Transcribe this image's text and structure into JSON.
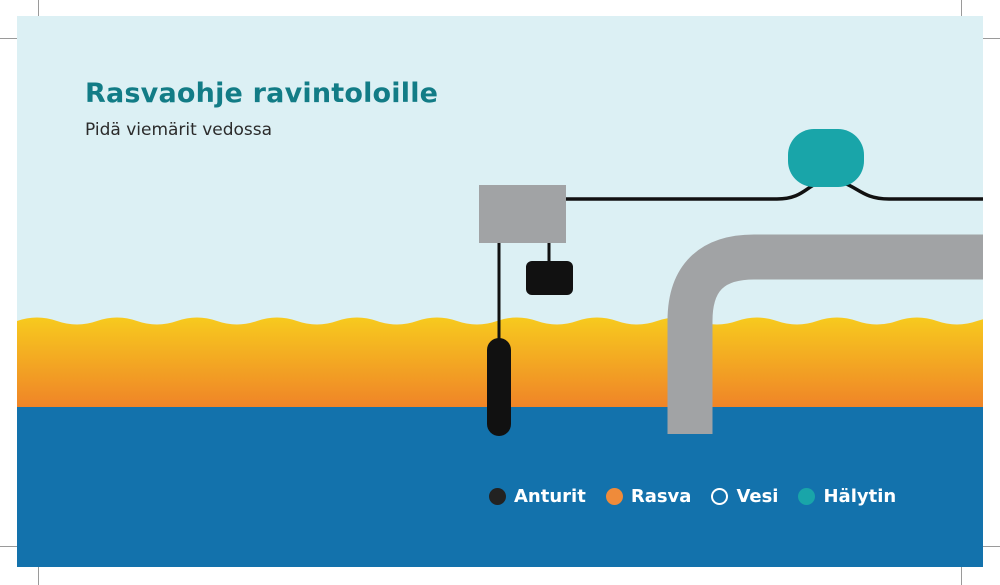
{
  "header": {
    "title": "Rasvaohje ravintoloille",
    "subtitle": "Pidä viemärit vedossa"
  },
  "legend": [
    {
      "label": "Anturit",
      "color": "#222222",
      "icon": "sensor-dot"
    },
    {
      "label": "Rasva",
      "color": "#ef8b3a",
      "icon": "grease-dot"
    },
    {
      "label": "Vesi",
      "color": "#ffffff",
      "icon": "water-dot"
    },
    {
      "label": "Hälytin",
      "color": "#19a5a9",
      "icon": "alarm-dot"
    }
  ],
  "colors": {
    "sky": "#dcf0f4",
    "title": "#127c86",
    "grease_top": "#f7ca1e",
    "grease_bottom": "#ef8128",
    "water": "#1372ac",
    "pipe": "#a1a3a5",
    "alarm": "#19a5a9",
    "sensor": "#111111"
  }
}
